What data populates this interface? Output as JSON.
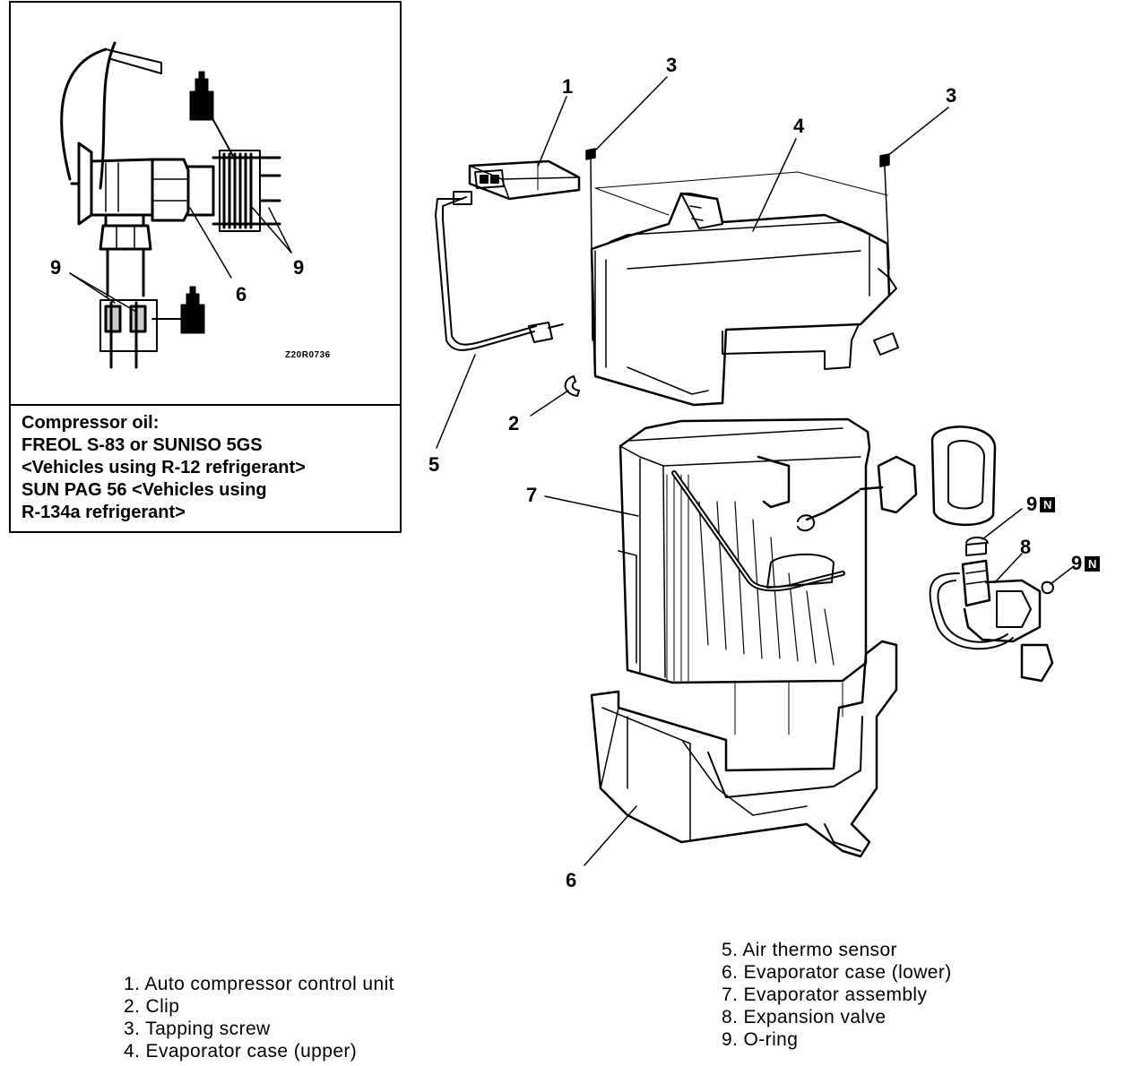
{
  "inset": {
    "note_lines": [
      "Compressor oil:",
      "FREOL S-83 or SUNISO 5GS",
      "<Vehicles using R-12 refrigerant>",
      "SUN PAG 56 <Vehicles using",
      "R-134a refrigerant>"
    ],
    "figure_code": "Z20R0736",
    "callouts": {
      "o_ring_left": "9",
      "evap_case_lower": "6",
      "o_ring_right": "9"
    }
  },
  "callouts": {
    "c1": "1",
    "c3a": "3",
    "c3b": "3",
    "c4": "4",
    "c2": "2",
    "c5": "5",
    "c7": "7",
    "c9a": "9",
    "c8": "8",
    "c9b": "9",
    "c6": "6",
    "badge": "N"
  },
  "legend_left": [
    "1. Auto compressor control unit",
    "2. Clip",
    "3. Tapping screw",
    "4. Evaporator case (upper)"
  ],
  "legend_right": [
    "5. Air thermo sensor",
    "6. Evaporator case (lower)",
    "7. Evaporator assembly",
    "8. Expansion valve",
    "9. O-ring"
  ]
}
